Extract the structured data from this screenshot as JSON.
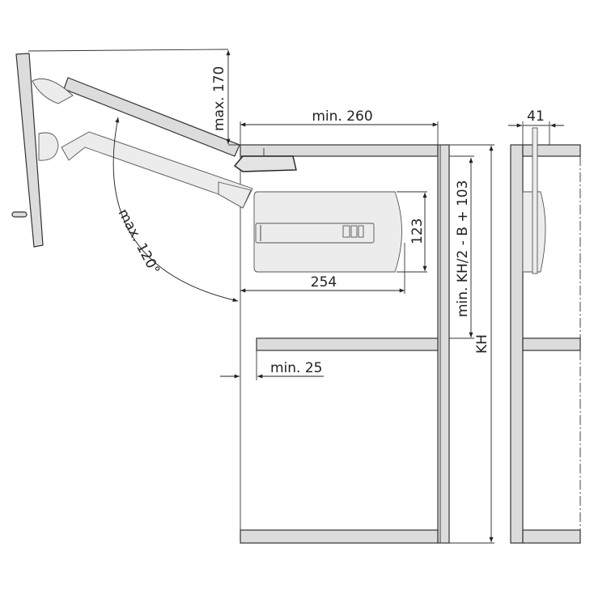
{
  "dimensions": {
    "max_170": "max. 170",
    "min_260": "min. 260",
    "dim_41": "41",
    "dim_123": "123",
    "dim_254": "254",
    "min_kh_formula": "min. KH/2 - B + 103",
    "kh": "KH",
    "min_25": "min. 25",
    "max_angle": "max. 120°"
  },
  "colors": {
    "panel": "#dcdcdc",
    "line": "#333333"
  }
}
